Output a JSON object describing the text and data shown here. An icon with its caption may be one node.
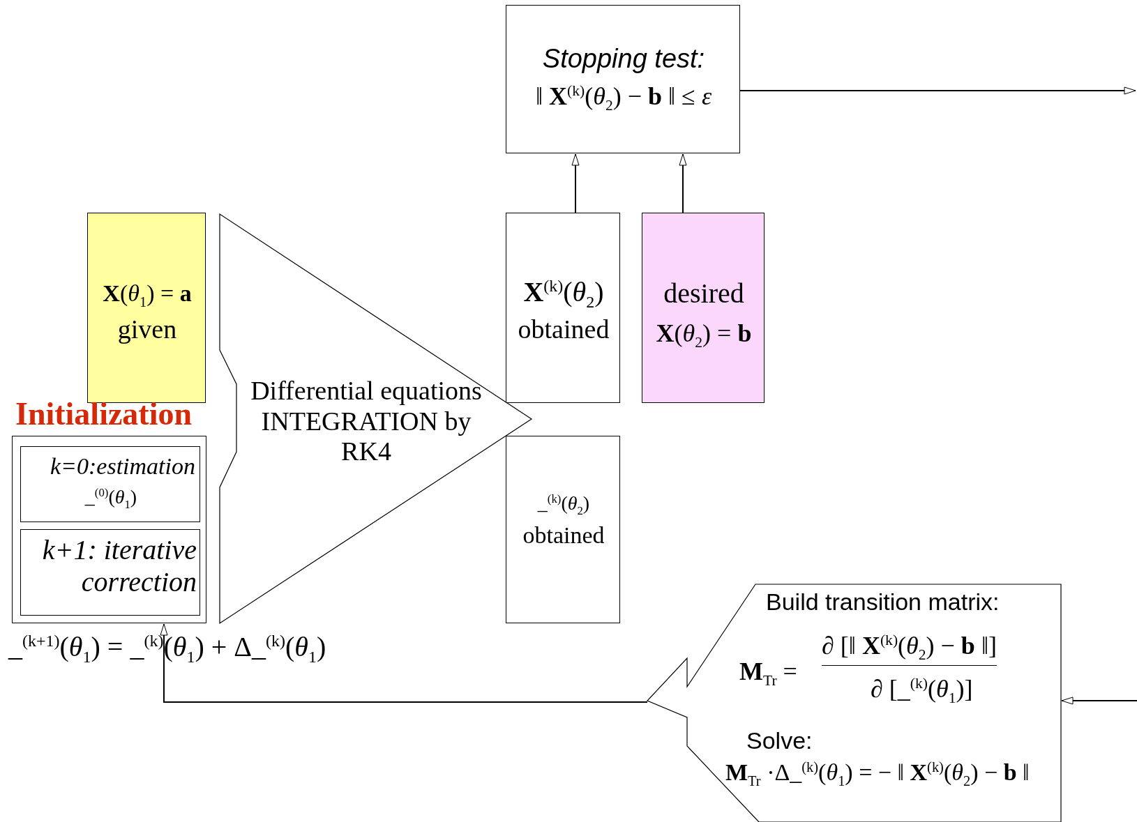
{
  "diagram": {
    "nodes": [
      {
        "text": [
          "Stopping test:",
          "‖ **X**$^{(k)}$(*θ*$_{2}$) − **b** ‖ ≤ *ε*"
        ]
      },
      {
        "text": [
          "**X**(*θ*$_{1}$) = **a**",
          "given"
        ]
      },
      {
        "text": [
          "Differential equations INTEGRATION by RK4"
        ]
      },
      {
        "text": [
          "**X**$^{(k)}$(*θ*$_{2}$)",
          "obtained"
        ]
      },
      {
        "text": [
          "desired",
          "**X**(*θ*$_{2}$) = **b**"
        ]
      },
      {
        "text": [
          "_$^{(k)}$(*θ*$_{2}$)",
          "obtained"
        ]
      },
      {
        "text": [
          "Initialization"
        ]
      },
      {
        "text": [
          "k=0:estimation",
          "_$^{(0)}$(*θ*$_{1}$)"
        ],
        "in": 6
      },
      {
        "text": [
          "k+1: iterative correction"
        ],
        "in": 6
      },
      {
        "text": [
          "Build transition matrix:",
          "**M**$_{Tr}$ =",
          "∂ [‖ **X**$^{(k)}$(*θ*$_{2}$) − **b** ‖]",
          "∂ [_$^{(k)}$(*θ*$_{1}$)]",
          "Solve:",
          "**M**$_{Tr}$ ·Δ_$^{(k)}$(*θ*$_{1}$) = − ‖ **X**$^{(k)}$(*θ*$_{2}$) − **b** ‖"
        ]
      }
    ],
    "edges": [
      {
        "from": 3,
        "to": 0,
        "arrow": "to"
      },
      {
        "from": 4,
        "to": 0,
        "arrow": "to"
      },
      {
        "from": 0,
        "to": null,
        "arrow": "to"
      },
      {
        "from": null,
        "to": 9,
        "arrow": "to"
      },
      {
        "from": 9,
        "to": 6,
        "arrow": "to"
      }
    ],
    "labels": [
      "_$^{(k+1)}$(*θ*$_{1}$) = _$^{(k)}$(*θ*$_{1}$) + Δ_$^{(k)}$(*θ*$_{1}$)"
    ]
  }
}
